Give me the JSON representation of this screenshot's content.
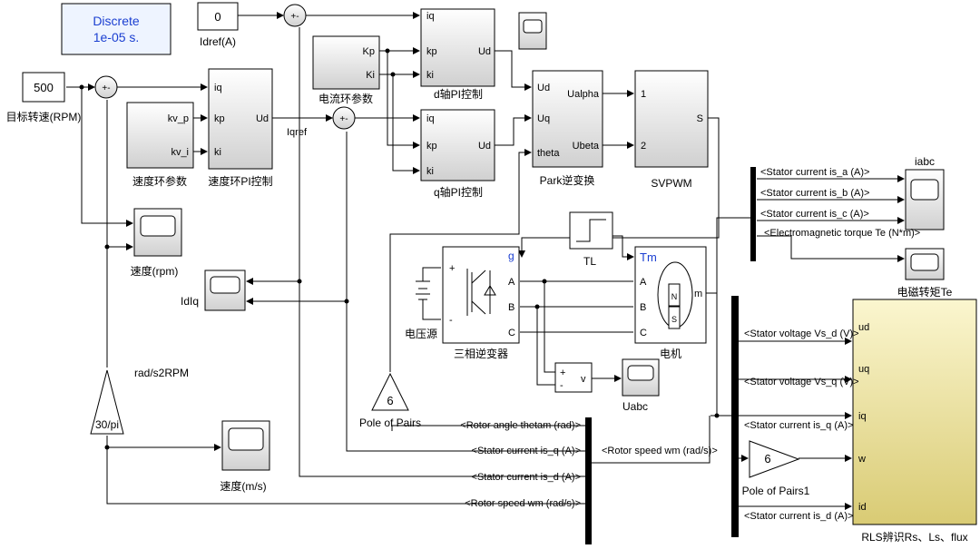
{
  "blocks": {
    "powergui": {
      "line1": "Discrete",
      "line2": "1e-05 s."
    },
    "idref_value": "0",
    "idref_label": "Idref(A)",
    "speed_ref_value": "500",
    "speed_ref_label": "目标转速(RPM)",
    "current_params": {
      "label": "电流环参数",
      "out1": "Kp",
      "out2": "Ki"
    },
    "speed_params": {
      "label": "速度环参数",
      "out1": "kv_p",
      "out2": "kv_i"
    },
    "speed_pi": {
      "label": "速度环PI控制",
      "in1": "iq",
      "in2": "kp",
      "in3": "ki",
      "out": "Ud"
    },
    "d_pi": {
      "label": "d轴PI控制",
      "in1": "iq",
      "in2": "kp",
      "in3": "ki",
      "out": "Ud"
    },
    "q_pi": {
      "label": "q轴PI控制",
      "in1": "iq",
      "in2": "kp",
      "in3": "ki",
      "out": "Ud"
    },
    "park": {
      "label": "Park逆变换",
      "in1": "Ud",
      "in2": "Uq",
      "in3": "theta",
      "out1": "Ualpha",
      "out2": "Ubeta"
    },
    "svpwm": {
      "label": "SVPWM",
      "in1": "1",
      "in2": "2",
      "out": "S"
    },
    "iabc_scope": "iabc",
    "te_scope": "电磁转矩Te",
    "speed_rpm_scope": "速度(rpm)",
    "idiq_scope": "IdIq",
    "speed_ms_scope": "速度(m/s)",
    "uabc_scope": "Uabc",
    "tl_label": "TL",
    "motor": {
      "label": "电机",
      "tm": "Tm",
      "m": "m",
      "a": "A",
      "b": "B",
      "c": "C",
      "n": "N",
      "s": "S"
    },
    "inverter": {
      "label": "三相逆变器",
      "g": "g",
      "a": "A",
      "b": "B",
      "c": "C"
    },
    "dc_source_label": "电压源",
    "voltmeter": {
      "plus": "+",
      "minus": "-",
      "v": "v"
    },
    "gain_30pi": {
      "value": "30/pi",
      "label": "rad/s2RPM"
    },
    "pole_pairs": {
      "value": "6",
      "label": "Pole of Pairs"
    },
    "pole_pairs1": {
      "value": "6",
      "label": "Pole of Pairs1"
    },
    "rls": {
      "label": "RLS辨识Rs、Ls、flux",
      "in1": "ud",
      "in2": "uq",
      "in3": "iq",
      "in4": "w",
      "in5": "id"
    },
    "sum_sign": "+-",
    "sum_sign_b": "+",
    "sum_sign_c": "-",
    "iqref_label": "Iqref"
  },
  "signals": {
    "isa": "<Stator current is_a (A)>",
    "isb": "<Stator current is_b (A)>",
    "isc": "<Stator current is_c (A)>",
    "te": "<Electromagnetic torque Te (N*m)>",
    "vsd": "<Stator voltage Vs_d (V)>",
    "vsq": "<Stator voltage Vs_q (V)>",
    "isq_rls": "<Stator current is_q (A)>",
    "isd_rls": "<Stator current is_d (A)>",
    "theta": "<Rotor angle thetam (rad)>",
    "isq": "<Stator current is_q (A)>",
    "isd": "<Stator current is_d (A)>",
    "wm_left": "<Rotor speed wm (rad/s)>",
    "wm_right": "<Rotor speed wm (rad/s)>"
  }
}
